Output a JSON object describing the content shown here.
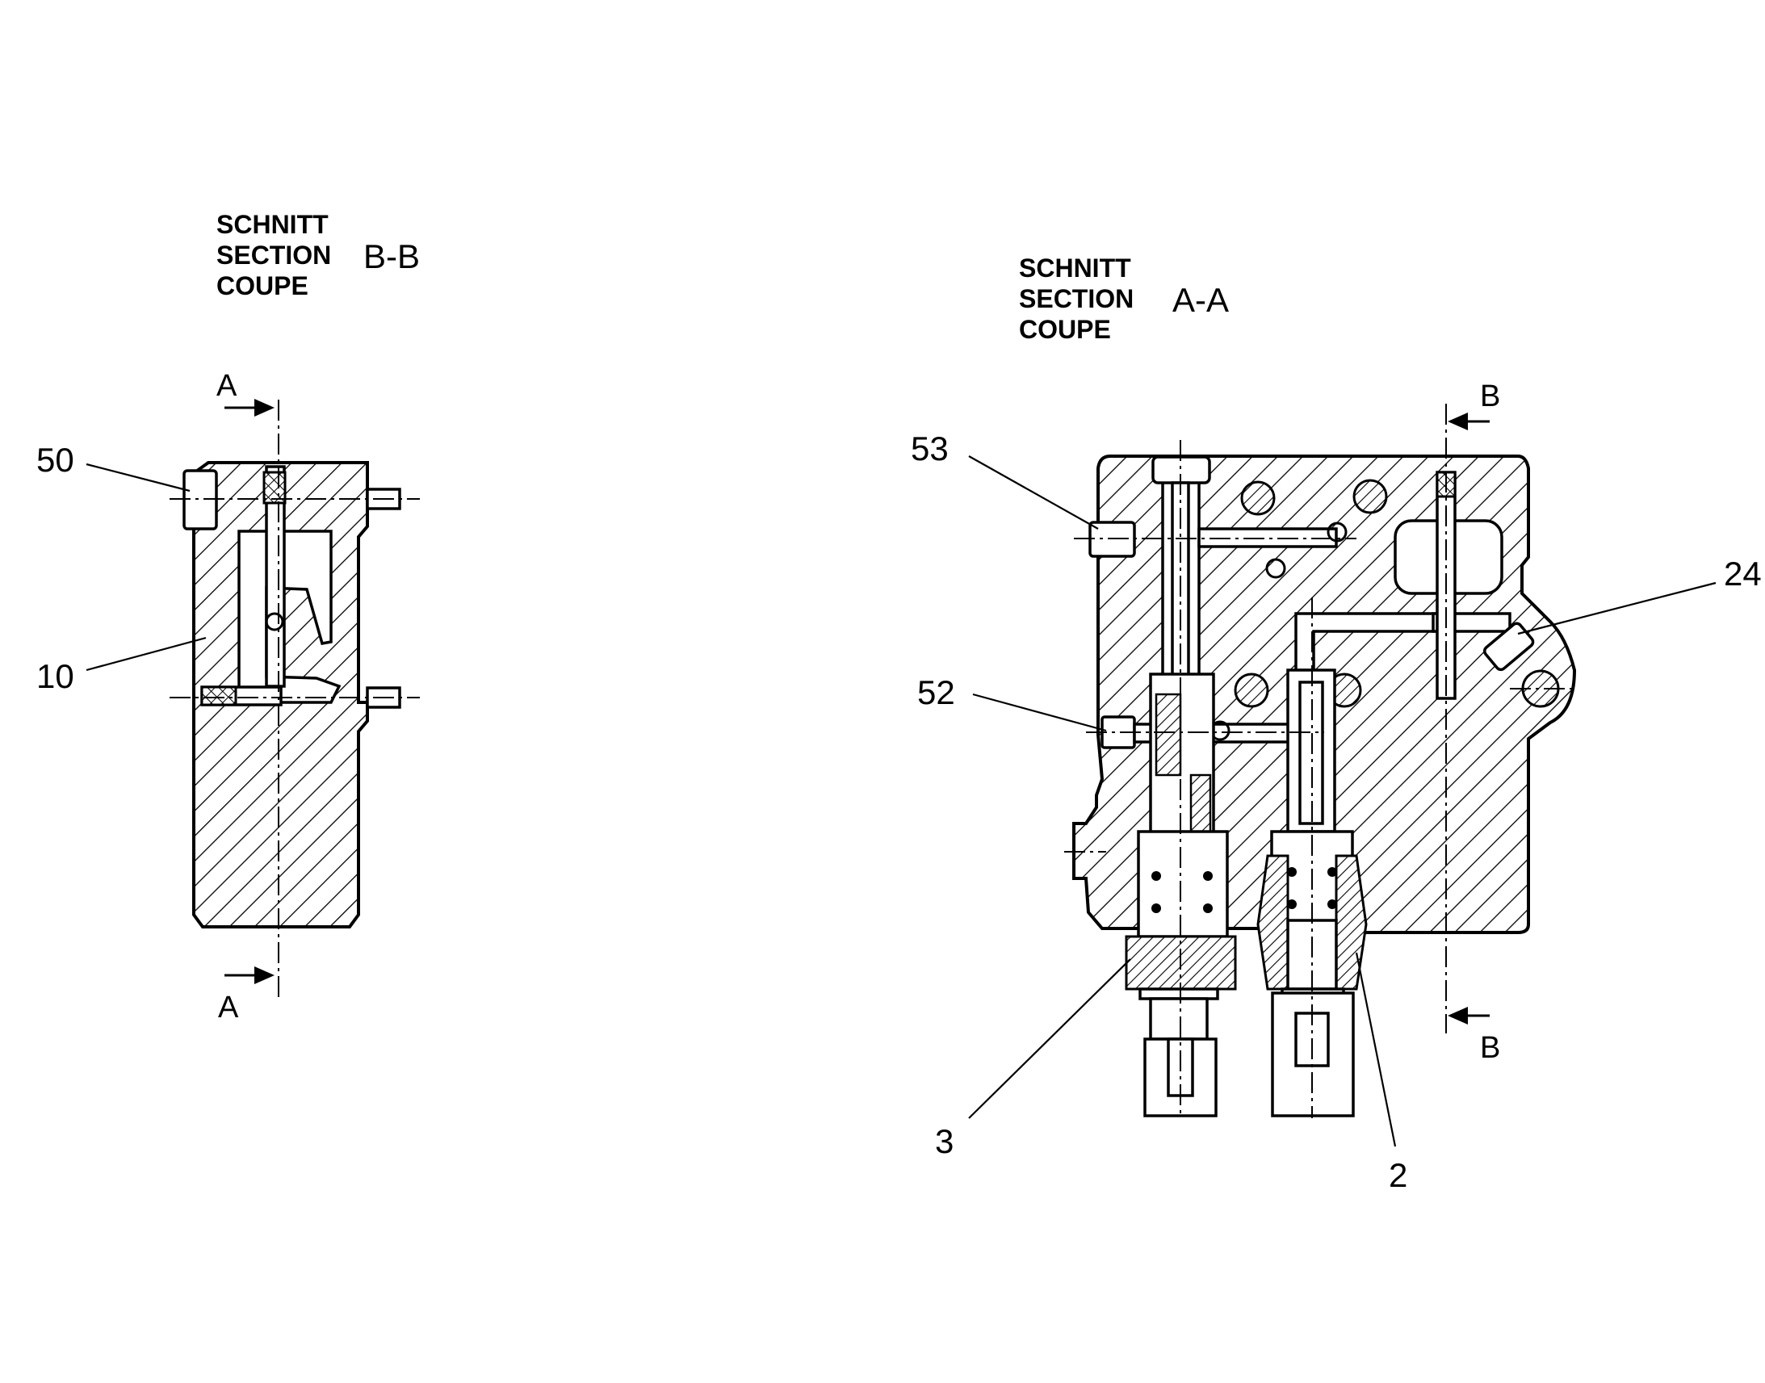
{
  "section_bb": {
    "heading_lines": [
      "SCHNITT",
      "SECTION",
      "COUPE"
    ],
    "id": "B-B",
    "cut_mark_top": "A",
    "cut_mark_bottom": "A"
  },
  "section_aa": {
    "heading_lines": [
      "SCHNITT",
      "SECTION",
      "COUPE"
    ],
    "id": "A-A",
    "cut_mark_top": "B",
    "cut_mark_bottom": "B"
  },
  "callouts": {
    "left_50": "50",
    "left_10": "10",
    "right_53": "53",
    "right_52": "52",
    "right_24": "24",
    "right_3": "3",
    "right_2": "2"
  }
}
